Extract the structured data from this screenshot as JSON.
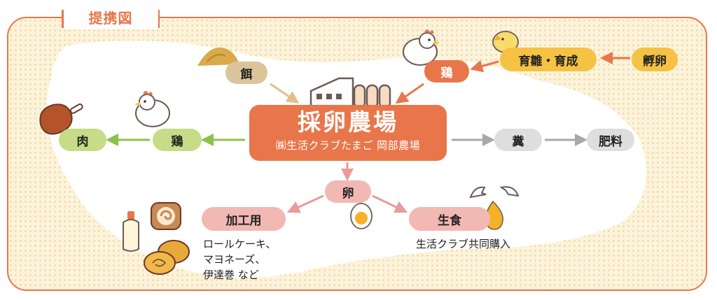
{
  "title": "提携図",
  "main": {
    "title": "採卵農場",
    "subtitle": "㈱生活クラブたまご 岡部農場"
  },
  "nodes": {
    "feed": "餌",
    "chicken_in": "鶏",
    "rearing": "育雛・育成",
    "hatching": "孵卵",
    "chicken_out": "鶏",
    "meat": "肉",
    "manure": "糞",
    "fertilizer": "肥料",
    "egg": "卵",
    "processing": "加工用",
    "fresh": "生食"
  },
  "notes": {
    "processing_lines": [
      "ロールケーキ、",
      "マヨネーズ、",
      "伊達巻 など"
    ],
    "fresh_line": "生活クラブ共同購入"
  },
  "colors": {
    "orange": "#e8764a",
    "tan": "#dcc49a",
    "yellow": "#f5c243",
    "green": "#c6dc86",
    "green_arrow": "#8cc14a",
    "gray": "#dedede",
    "gray_arrow": "#a8a8a8",
    "pink": "#f2b8b4",
    "pink_arrow": "#e99a9a"
  },
  "icons": [
    "feed-pile-icon",
    "chicken-icon",
    "chick-icon",
    "drumstick-icon",
    "farm-building-icon",
    "egg-icon",
    "cracked-egg-icon",
    "mayonnaise-icon",
    "roll-cake-icon",
    "datemaki-icon"
  ]
}
